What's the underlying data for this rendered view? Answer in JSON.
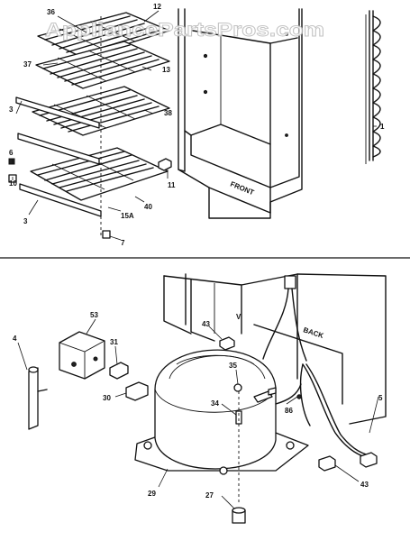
{
  "watermark": "AppliancePartsPros.com",
  "labels": {
    "front": "FRONT",
    "back": "BACK",
    "v_mark": "V"
  },
  "callouts": [
    "36",
    "12",
    "37",
    "13",
    "3",
    "38",
    "6",
    "10",
    "11",
    "40",
    "15A",
    "7",
    "1",
    "53",
    "4",
    "31",
    "43",
    "35",
    "30",
    "34",
    "86",
    "5",
    "29",
    "27"
  ]
}
